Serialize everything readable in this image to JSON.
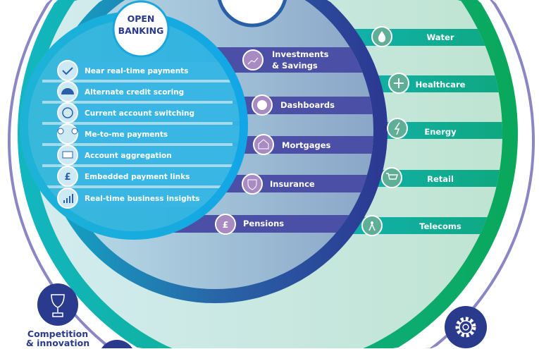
{
  "colors": {
    "navy": "#2a3a8c",
    "purple_band": "#4b4fa6",
    "teal_band": "#12b2a5",
    "green_ring": "#0aa860",
    "cyan": "#16a8de",
    "lilac": "#a98bc4"
  },
  "open_banking": {
    "title_line1": "OPEN",
    "title_line2": "BANKING",
    "items": [
      {
        "label": "Near real-time payments",
        "icon": "check-icon"
      },
      {
        "label": "Alternate credit scoring",
        "icon": "gauge-icon"
      },
      {
        "label": "Current account switching",
        "icon": "switch-icon"
      },
      {
        "label": "Me-to-me payments",
        "icon": "people-icon"
      },
      {
        "label": "Account aggregation",
        "icon": "card-network-icon"
      },
      {
        "label": "Embedded payment links",
        "icon": "pound-link-icon"
      },
      {
        "label": "Real-time business insights",
        "icon": "bar-chart-icon"
      }
    ]
  },
  "finance": {
    "items": [
      {
        "label_line1": "Investments",
        "label_line2": "& Savings",
        "icon": "line-chart-icon"
      },
      {
        "label_line1": "Dashboards",
        "icon": "pie-chart-icon"
      },
      {
        "label_line1": "Mortgages",
        "icon": "house-percent-icon"
      },
      {
        "label_line1": "Insurance",
        "icon": "shield-icon"
      },
      {
        "label_line1": "Pensions",
        "icon": "money-bag-icon"
      }
    ]
  },
  "sectors": {
    "items": [
      {
        "label": "Water",
        "icon": "water-drop-icon"
      },
      {
        "label": "Healthcare",
        "icon": "plus-icon"
      },
      {
        "label": "Energy",
        "icon": "lightning-icon"
      },
      {
        "label": "Retail",
        "icon": "cart-icon"
      },
      {
        "label": "Telecoms",
        "icon": "antenna-icon"
      }
    ]
  },
  "outer": {
    "competition_line1": "Competition",
    "competition_line2": "& innovation",
    "trophy_icon": "trophy-icon",
    "gear_icon": "gear-icon"
  }
}
